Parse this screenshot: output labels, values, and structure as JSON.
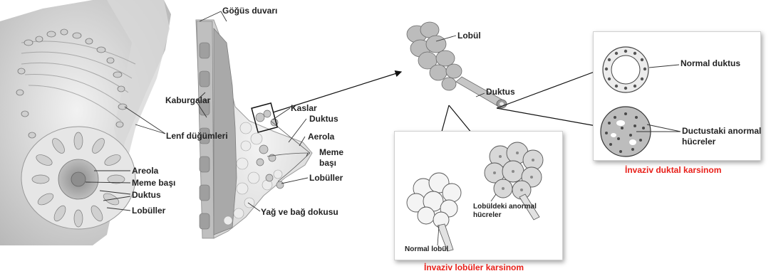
{
  "anatomy_front": {
    "lymph_nodes": "Lenf düğümleri",
    "areola": "Areola",
    "nipple": "Meme başı",
    "ducts": "Duktus",
    "lobules": "Lobüller"
  },
  "anatomy_side": {
    "chest_wall": "Göğüs duvarı",
    "ribs": "Kaburgalar",
    "muscles": "Kaslar",
    "ducts": "Duktus",
    "areola": "Aerola",
    "nipple_line1": "Meme",
    "nipple_line2": "başı",
    "lobules": "Lobüller",
    "fat_tissue": "Yağ ve bağ dokusu"
  },
  "lobule_detail": {
    "lobule": "Lobül",
    "duct": "Duktus"
  },
  "lobular_panel": {
    "normal_lobule": "Normal lobül",
    "abnormal_line1": "Lobüldeki anormal",
    "abnormal_line2": "hücreler",
    "caption": "İnvaziv lobüler karsinom"
  },
  "ductal_panel": {
    "normal_duct": "Normal duktus",
    "abnormal_line1": "Ductustaki anormal",
    "abnormal_line2": "hücreler",
    "caption": "İnvaziv duktal karsinom"
  },
  "colors": {
    "caption": "#e8201a",
    "text": "#222222"
  }
}
